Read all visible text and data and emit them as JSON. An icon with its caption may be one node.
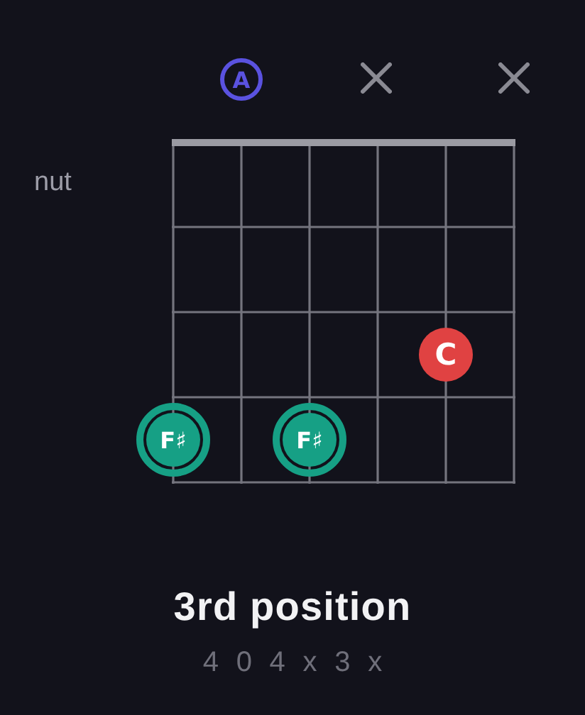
{
  "diagram": {
    "title": "3rd position",
    "caption": "4 0 4 x 3 x",
    "nodes": [
      {
        "text": [
          "A"
        ]
      },
      {
        "text": [],
        "shape": "cross"
      },
      {
        "text": [],
        "shape": "cross"
      },
      {
        "text": [
          "C"
        ]
      },
      {
        "text": [
          "F♯"
        ]
      },
      {
        "text": [
          "F♯"
        ]
      }
    ],
    "labels": [
      "nut"
    ]
  }
}
